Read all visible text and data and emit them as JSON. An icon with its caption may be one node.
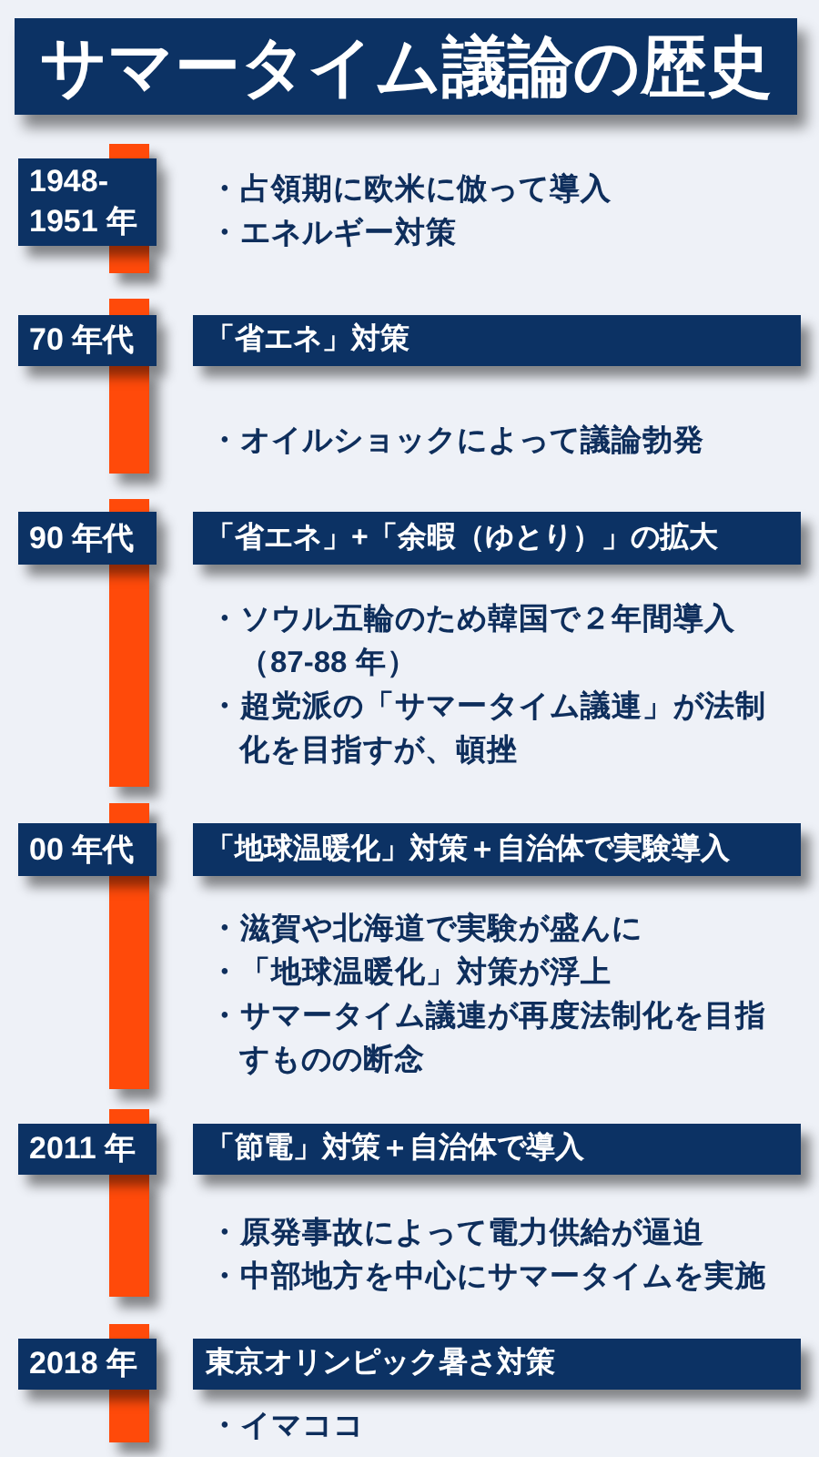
{
  "diagram": {
    "title": "サマータイム議論の歴史",
    "nodes": [
      {
        "text": [],
        "shape": "bar"
      },
      {
        "text": [
          "1948-1951 年"
        ],
        "beside": [
          "・占領期に欧米に倣って導入",
          "・エネルギー対策"
        ]
      },
      {
        "text": [],
        "shape": "bar"
      },
      {
        "text": [],
        "shape": "bar"
      },
      {
        "text": [
          "70 年代"
        ]
      },
      {
        "text": [
          "「省エネ」対策"
        ],
        "beside": [
          "・オイルショックによって議論勃発"
        ]
      },
      {
        "text": [],
        "shape": "bar"
      },
      {
        "text": [],
        "shape": "bar"
      },
      {
        "text": [
          "90 年代"
        ]
      },
      {
        "text": [
          "「省エネ」+「余暇（ゆとり）」の拡大"
        ],
        "beside": [
          "・ソウル五輪のため韓国で２年間導入（87-88 年）",
          "・超党派の「サマータイム議連」が法制化を目指すが、頓挫"
        ]
      },
      {
        "text": [],
        "shape": "bar"
      },
      {
        "text": [],
        "shape": "bar"
      },
      {
        "text": [
          "00 年代"
        ]
      },
      {
        "text": [
          "「地球温暖化」対策＋自治体で実験導入"
        ],
        "beside": [
          "・滋賀や北海道で実験が盛んに",
          "・「地球温暖化」対策が浮上",
          "・サマータイム議連が再度法制化を目指すものの断念"
        ]
      },
      {
        "text": [],
        "shape": "bar"
      },
      {
        "text": [],
        "shape": "bar"
      },
      {
        "text": [
          "2011 年"
        ]
      },
      {
        "text": [
          "「節電」対策＋自治体で導入"
        ],
        "beside": [
          "・原発事故によって電力供給が逼迫",
          "・中部地方を中心にサマータイムを実施"
        ]
      },
      {
        "text": [],
        "shape": "bar"
      },
      {
        "text": [],
        "shape": "bar"
      },
      {
        "text": [
          "2018 年"
        ]
      },
      {
        "text": [
          "東京オリンピック暑さ対策"
        ],
        "beside": [
          "・イマココ"
        ]
      },
      {
        "text": [],
        "shape": "bar"
      }
    ]
  }
}
